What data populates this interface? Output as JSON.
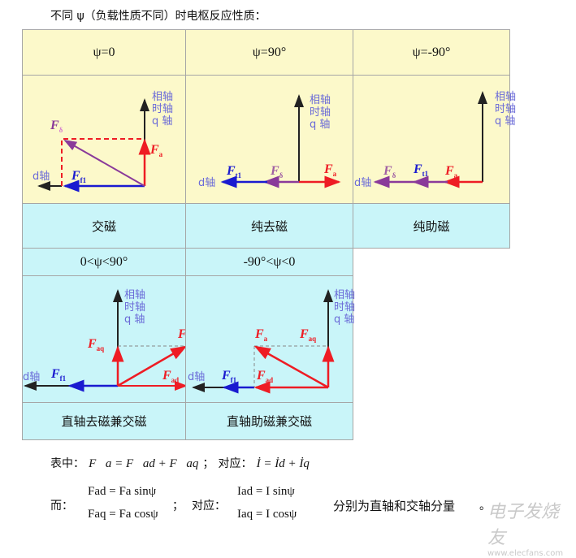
{
  "title": "不同 ψ（负载性质不同）时电枢反应性质：",
  "axis_labels": {
    "q1": "相轴",
    "q2": "时轴",
    "q3": "q  轴",
    "d": "d轴"
  },
  "vector_labels": {
    "F": "F",
    "delta": "δ",
    "a": "a",
    "f1": "f1",
    "t1": "t1",
    "aq": "aq",
    "ad": "ad"
  },
  "colors": {
    "cell_yellow": "#fcf9ca",
    "cell_cyan": "#c9f5f9",
    "red": "#ee1c24",
    "blue": "#1a1ad0",
    "purple": "#8a3a9a",
    "axis": "#222222"
  },
  "table": {
    "row1": {
      "headers": [
        "ψ=0",
        "ψ=90°",
        "ψ=-90°"
      ],
      "labels": [
        "交磁",
        "纯去磁",
        "纯助磁"
      ]
    },
    "row2": {
      "headers": [
        "0<ψ<90°",
        "-90°<ψ<0"
      ],
      "labels": [
        "直轴去磁兼交磁",
        "直轴助磁兼交磁"
      ]
    }
  },
  "formulas": {
    "line1_prefix": "表中：",
    "line1_eq": "F⃗a = F⃗ad + F⃗aq",
    "sep": "；",
    "corr": "对应：",
    "line1_eq2": "İ = İd + İq",
    "line2_prefix": "而：",
    "fad": "Fad = Fa sinψ",
    "faq": "Faq = Fa cosψ",
    "iad": "Iad = I sinψ",
    "iaq": "Iaq = I cosψ",
    "note": "分别为直轴和交轴分量",
    "end": "。"
  },
  "watermark": {
    "name": "电子发烧友",
    "url": "www.elecfans.com"
  }
}
